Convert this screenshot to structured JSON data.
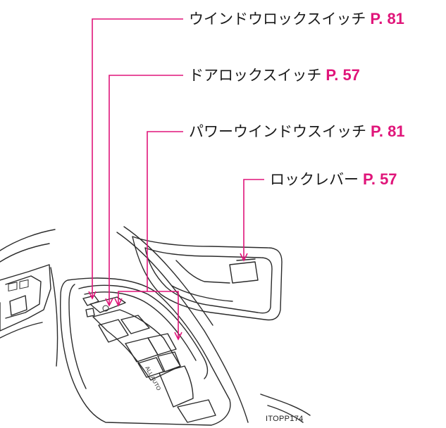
{
  "colors": {
    "accent": "#e0157a",
    "line": "#2b2b2b"
  },
  "callouts": [
    {
      "text": "ウインドウロックスイッチ",
      "page_ref": "P. 81"
    },
    {
      "text": "ドアロックスイッチ",
      "page_ref": "P. 57"
    },
    {
      "text": "パワーウインドウスイッチ",
      "page_ref": "P. 81"
    },
    {
      "text": "ロックレバー",
      "page_ref": "P. 57"
    }
  ],
  "switch_label": "ALL AUTO",
  "figure_id": "ITOPP174"
}
